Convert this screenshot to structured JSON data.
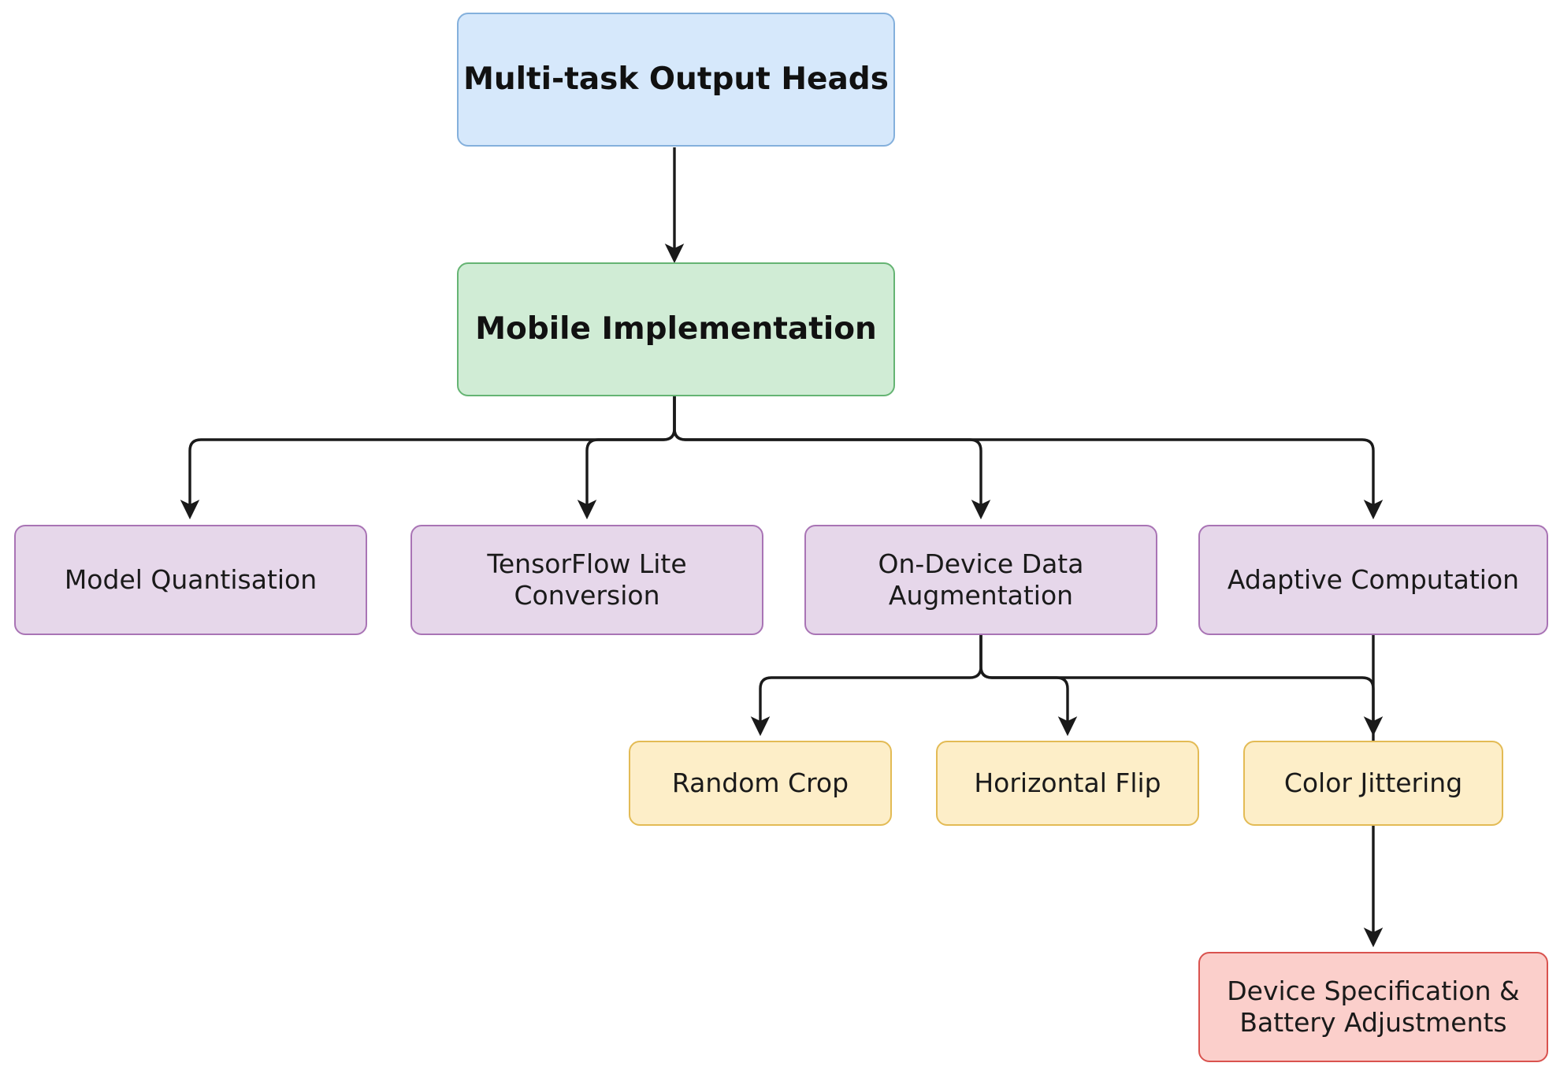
{
  "diagram": {
    "title": "Mobile Implementation Flowchart",
    "background": "#ffffff",
    "edge_color": "#1a1a1a",
    "palette": {
      "root_fill": "#d6e8fb",
      "root_stroke": "#84b0dc",
      "stage_fill": "#d0ecd5",
      "stage_stroke": "#65b473",
      "branch_fill": "#e6d7ea",
      "branch_stroke": "#a974b5",
      "aug_fill": "#fdeec8",
      "aug_stroke": "#e3bb55",
      "terminal_fill": "#fbcfcb",
      "terminal_stroke": "#d9534f"
    },
    "nodes": {
      "root": {
        "label": "Multi-task Output Heads"
      },
      "stage": {
        "label": "Mobile Implementation"
      },
      "branch1": {
        "label": "Model Quantisation"
      },
      "branch2": {
        "label": "TensorFlow Lite\nConversion"
      },
      "branch3": {
        "label": "On-Device Data\nAugmentation"
      },
      "branch4": {
        "label": "Adaptive Computation"
      },
      "aug1": {
        "label": "Random Crop"
      },
      "aug2": {
        "label": "Horizontal Flip"
      },
      "aug3": {
        "label": "Color Jittering"
      },
      "terminal": {
        "label": "Device Specification &\nBattery Adjustments"
      }
    },
    "edges": [
      {
        "from": "Multi-task Output Heads",
        "to": "Mobile Implementation"
      },
      {
        "from": "Mobile Implementation",
        "to": "Model Quantisation"
      },
      {
        "from": "Mobile Implementation",
        "to": "TensorFlow Lite Conversion"
      },
      {
        "from": "Mobile Implementation",
        "to": "On-Device Data Augmentation"
      },
      {
        "from": "Mobile Implementation",
        "to": "Adaptive Computation"
      },
      {
        "from": "On-Device Data Augmentation",
        "to": "Random Crop"
      },
      {
        "from": "On-Device Data Augmentation",
        "to": "Horizontal Flip"
      },
      {
        "from": "On-Device Data Augmentation",
        "to": "Color Jittering"
      },
      {
        "from": "Adaptive Computation",
        "to": "Device Specification & Battery Adjustments"
      }
    ]
  }
}
